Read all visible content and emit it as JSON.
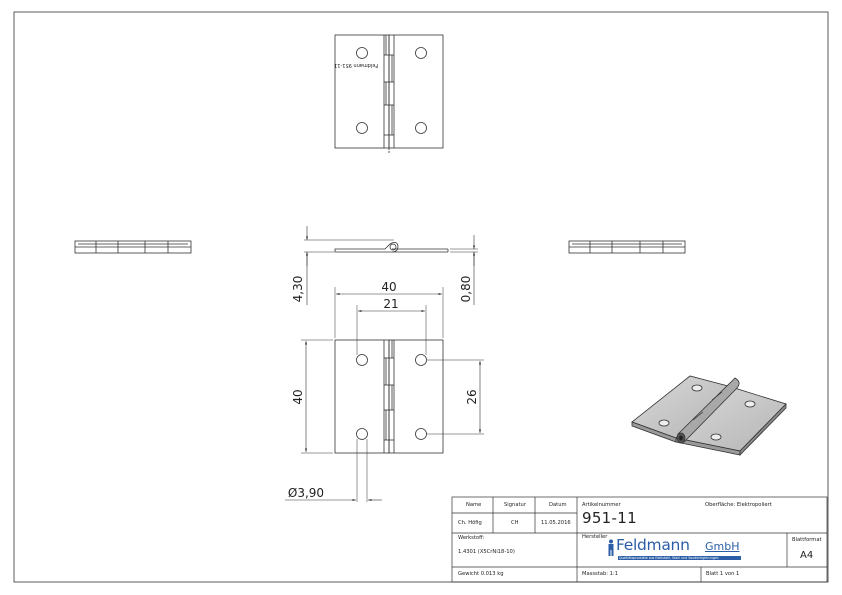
{
  "dimensions": {
    "total_height": "4,30",
    "leaf_thickness": "0,80",
    "overall_width": "40",
    "hole_spacing_horizontal": "21",
    "hole_spacing_vertical": "26",
    "height": "40",
    "hole_diameter": "Ø3,90"
  },
  "engraving": "Feldmann 951-11",
  "title_block": {
    "name_label": "Name",
    "signature_label": "Signatur",
    "date_label": "Datum",
    "name": "Ch. Höfig",
    "signature": "CH",
    "date": "11.05.2016",
    "article_label": "Artikelnummer",
    "article": "951-11",
    "surface_label": "Oberfläche: Elektropoliert",
    "material_label": "Werkstoff:",
    "material": "1.4301 (X5CrNi18-10)",
    "manufacturer_label": "Hersteller",
    "logo_name": "Feldmann",
    "logo_suffix": "GmbH",
    "logo_tagline": "Qualitätsprodukte aus Edelstahl, Stahl und Sonderlegierungen",
    "sheet_format_label": "Blattformat",
    "sheet_format": "A4",
    "weight": "Gewicht 0.013 kg",
    "scale": "Massstab: 1:1",
    "sheet": "Blatt 1 von 1"
  },
  "colors": {
    "line": "#333333",
    "brand": "#2c5ea8"
  }
}
